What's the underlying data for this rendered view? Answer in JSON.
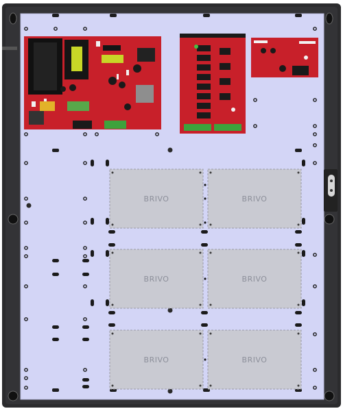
{
  "panel": {
    "colors": {
      "frame": "#2b2b2d",
      "backplate": "#d3d5f6",
      "board_red": "#c8202a",
      "slot_fill": "#c9cad2",
      "slot_border": "#9a9aa6"
    }
  },
  "boards": [
    {
      "name": "power-supply-board",
      "icon": "power-supply-pcb"
    },
    {
      "name": "relay-board",
      "icon": "relay-pcb"
    },
    {
      "name": "small-controller-board",
      "icon": "controller-pcb"
    }
  ],
  "slots": [
    {
      "label": "BRIVO"
    },
    {
      "label": "BRIVO"
    },
    {
      "label": "BRIVO"
    },
    {
      "label": "BRIVO"
    },
    {
      "label": "BRIVO"
    },
    {
      "label": "BRIVO"
    }
  ],
  "side_latch": {
    "icon": "cam-lock-icon"
  }
}
